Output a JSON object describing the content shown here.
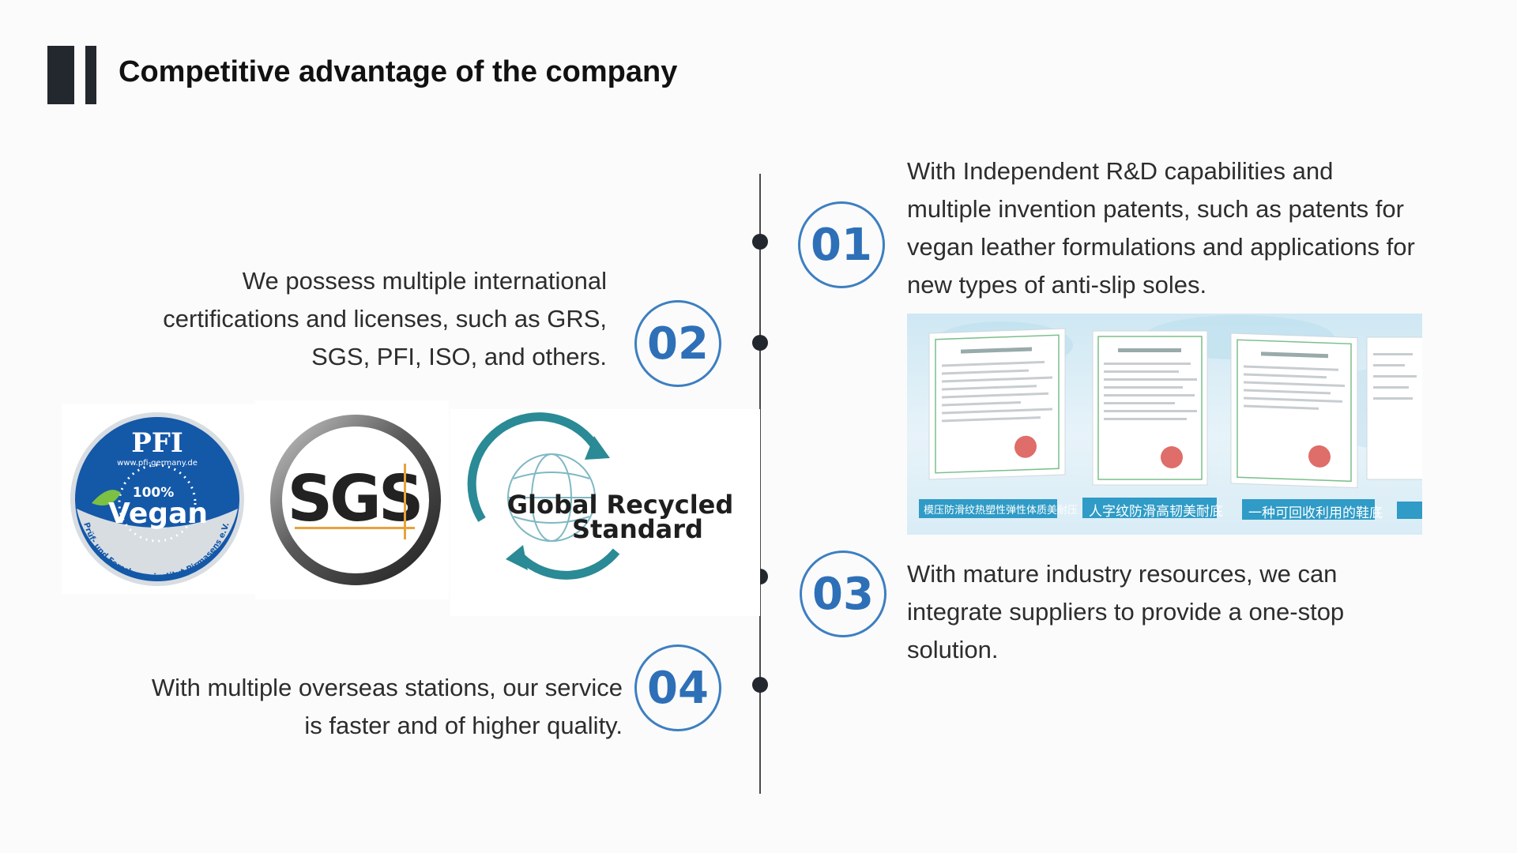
{
  "header": {
    "title": "Competitive advantage of the company"
  },
  "items": [
    {
      "number": "01",
      "lines": [
        "With Independent R&D capabilities and",
        "multiple invention patents, such as patents for",
        "vegan leather formulations and applications for",
        "new types of anti-slip soles."
      ]
    },
    {
      "number": "02",
      "lines": [
        "We possess multiple international",
        "certifications and licenses, such as GRS,",
        "SGS, PFI, ISO, and others."
      ]
    },
    {
      "number": "03",
      "lines": [
        "With mature industry resources, we can",
        "integrate suppliers to provide a one-stop",
        "solution."
      ]
    },
    {
      "number": "04",
      "lines": [
        "With multiple overseas stations, our service",
        "is faster and of higher quality."
      ]
    }
  ],
  "certificate_labels": [
    "模压防滑纹热塑性弹性体质美耐压",
    "人字纹防滑高韧美耐底",
    "一种可回收利用的鞋底"
  ],
  "logos": {
    "pfi": {
      "brand": "PFI",
      "url": "www.pfi-germany.de",
      "percent": "100%",
      "word": "Vegan",
      "arc": "Prüf- und Forschungsinstitut Pirmasens e.V."
    },
    "sgs": {
      "brand": "SGS"
    },
    "grs": {
      "line1": "Global Recycled",
      "line2": "Standard"
    }
  },
  "colors": {
    "accent_blue": "#2e70b8",
    "dark": "#23272e",
    "pfi_blue": "#1458a8",
    "grs_teal": "#2a8a95"
  }
}
